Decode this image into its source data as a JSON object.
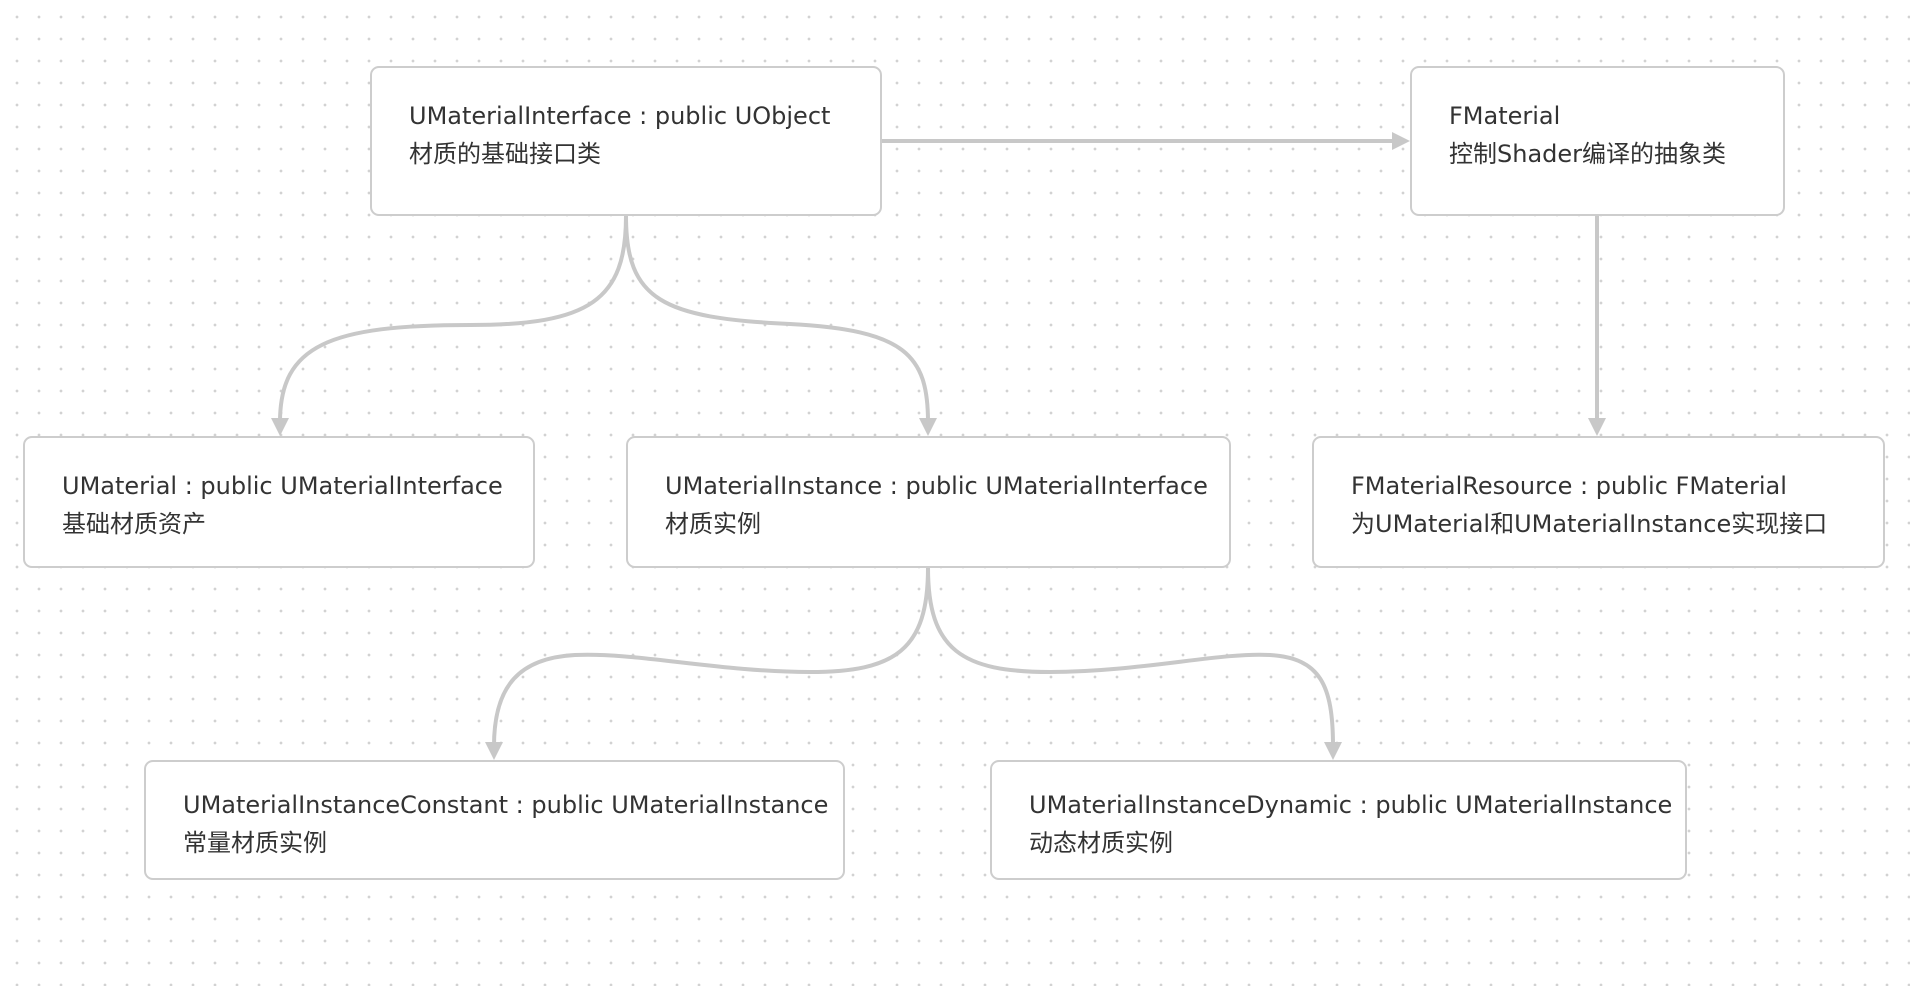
{
  "diagram": {
    "nodes": [
      {
        "id": "umaterialinterface",
        "title": "UMaterialInterface : public UObject",
        "desc": "材质的基础接口类"
      },
      {
        "id": "fmaterial",
        "title": "FMaterial",
        "desc": "控制Shader编译的抽象类"
      },
      {
        "id": "umaterial",
        "title": "UMaterial : public UMaterialInterface",
        "desc": "基础材质资产"
      },
      {
        "id": "umaterialinstance",
        "title": "UMaterialInstance : public UMaterialInterface",
        "desc": "材质实例"
      },
      {
        "id": "fmaterialresource",
        "title": "FMaterialResource : public FMaterial",
        "desc": "为UMaterial和UMaterialInstance实现接口"
      },
      {
        "id": "umaterialinstanceconstant",
        "title": "UMaterialInstanceConstant : public UMaterialInstance",
        "desc": "常量材质实例"
      },
      {
        "id": "umaterialinstancedynamic",
        "title": "UMaterialInstanceDynamic : public UMaterialInstance",
        "desc": "动态材质实例"
      }
    ],
    "edges": [
      {
        "from": "umaterialinterface",
        "to": "fmaterial"
      },
      {
        "from": "umaterialinterface",
        "to": "umaterial"
      },
      {
        "from": "umaterialinterface",
        "to": "umaterialinstance"
      },
      {
        "from": "fmaterial",
        "to": "fmaterialresource"
      },
      {
        "from": "umaterialinstance",
        "to": "umaterialinstanceconstant"
      },
      {
        "from": "umaterialinstance",
        "to": "umaterialinstancedynamic"
      }
    ],
    "colors": {
      "background": "#ffffff",
      "grid_dot": "#d2d2d2",
      "node_border": "#cdcdcd",
      "edge": "#c8c8c8",
      "text": "#333333"
    }
  }
}
